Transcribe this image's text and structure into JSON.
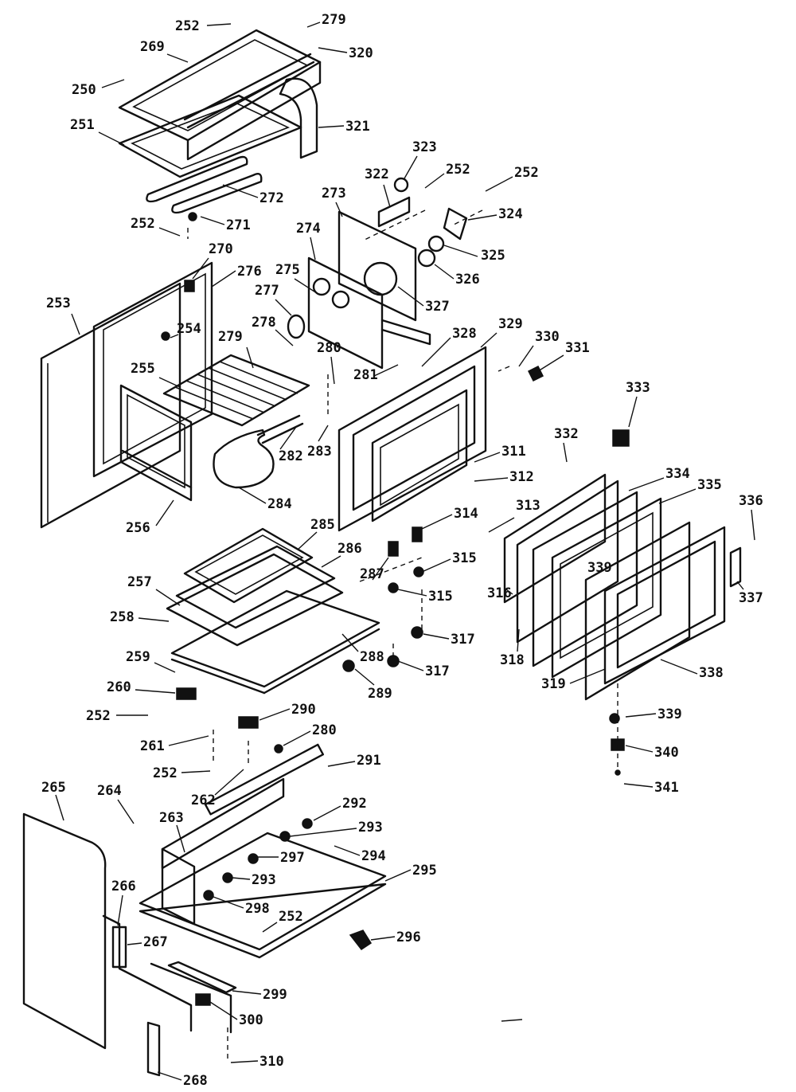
{
  "callouts": [
    {
      "text": "252"
    },
    {
      "text": "279"
    },
    {
      "text": "320"
    },
    {
      "text": "269"
    },
    {
      "text": "250"
    },
    {
      "text": "321"
    },
    {
      "text": "251"
    },
    {
      "text": "323"
    },
    {
      "text": "322"
    },
    {
      "text": "252"
    },
    {
      "text": "252"
    },
    {
      "text": "273"
    },
    {
      "text": "272"
    },
    {
      "text": "324"
    },
    {
      "text": "252"
    },
    {
      "text": "271"
    },
    {
      "text": "274"
    },
    {
      "text": "325"
    },
    {
      "text": "270"
    },
    {
      "text": "326"
    },
    {
      "text": "276"
    },
    {
      "text": "275"
    },
    {
      "text": "277"
    },
    {
      "text": "327"
    },
    {
      "text": "253"
    },
    {
      "text": "278"
    },
    {
      "text": "254"
    },
    {
      "text": "280"
    },
    {
      "text": "328"
    },
    {
      "text": "329"
    },
    {
      "text": "330"
    },
    {
      "text": "331"
    },
    {
      "text": "279"
    },
    {
      "text": "255"
    },
    {
      "text": "281"
    },
    {
      "text": "333"
    },
    {
      "text": "332"
    },
    {
      "text": "311"
    },
    {
      "text": "282"
    },
    {
      "text": "283"
    },
    {
      "text": "312"
    },
    {
      "text": "334"
    },
    {
      "text": "335"
    },
    {
      "text": "336"
    },
    {
      "text": "284"
    },
    {
      "text": "256"
    },
    {
      "text": "285"
    },
    {
      "text": "313"
    },
    {
      "text": "314"
    },
    {
      "text": "286"
    },
    {
      "text": "315"
    },
    {
      "text": "339"
    },
    {
      "text": "287"
    },
    {
      "text": "337"
    },
    {
      "text": "257"
    },
    {
      "text": "315"
    },
    {
      "text": "316"
    },
    {
      "text": "258"
    },
    {
      "text": "317"
    },
    {
      "text": "288"
    },
    {
      "text": "318"
    },
    {
      "text": "259"
    },
    {
      "text": "317"
    },
    {
      "text": "338"
    },
    {
      "text": "260"
    },
    {
      "text": "289"
    },
    {
      "text": "319"
    },
    {
      "text": "252"
    },
    {
      "text": "290"
    },
    {
      "text": "339"
    },
    {
      "text": "280"
    },
    {
      "text": "261"
    },
    {
      "text": "340"
    },
    {
      "text": "291"
    },
    {
      "text": "252"
    },
    {
      "text": "341"
    },
    {
      "text": "262"
    },
    {
      "text": "265"
    },
    {
      "text": "264"
    },
    {
      "text": "292"
    },
    {
      "text": "263"
    },
    {
      "text": "293"
    },
    {
      "text": "294"
    },
    {
      "text": "297"
    },
    {
      "text": "295"
    },
    {
      "text": "293"
    },
    {
      "text": "266"
    },
    {
      "text": "298"
    },
    {
      "text": "252"
    },
    {
      "text": "296"
    },
    {
      "text": "267"
    },
    {
      "text": "299"
    },
    {
      "text": "300"
    },
    {
      "text": "310"
    },
    {
      "text": "268"
    }
  ]
}
